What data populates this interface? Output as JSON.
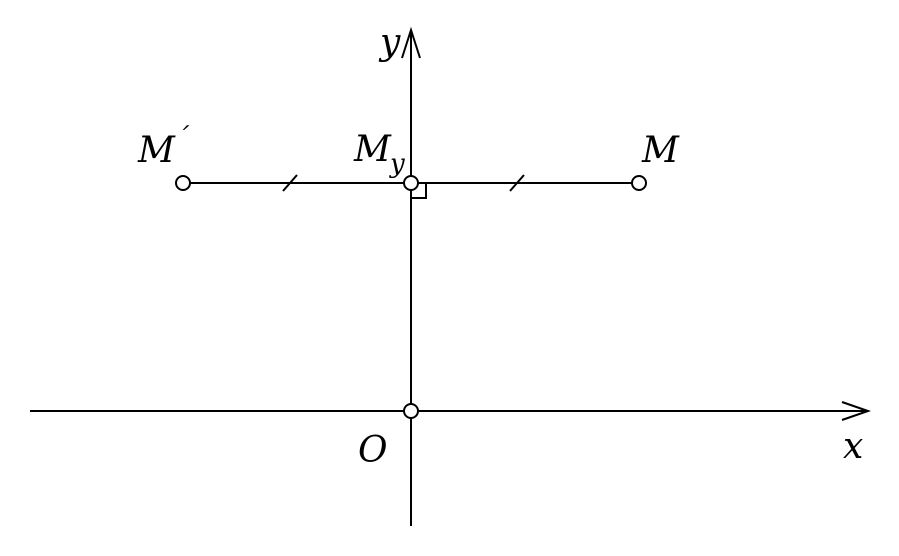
{
  "axes": {
    "x_label": "x",
    "y_label": "y",
    "origin_label": "O"
  },
  "points": {
    "m": "M",
    "m_prime": "M",
    "m_prime_mark": "´",
    "m_y": "M",
    "m_y_subscript": "y"
  },
  "colors": {
    "stroke": "#000000",
    "point_fill": "#ffffff",
    "background": "#ffffff"
  },
  "icons": {
    "tick_marks": "equal-length-tick",
    "right_angle": "right-angle-marker"
  }
}
